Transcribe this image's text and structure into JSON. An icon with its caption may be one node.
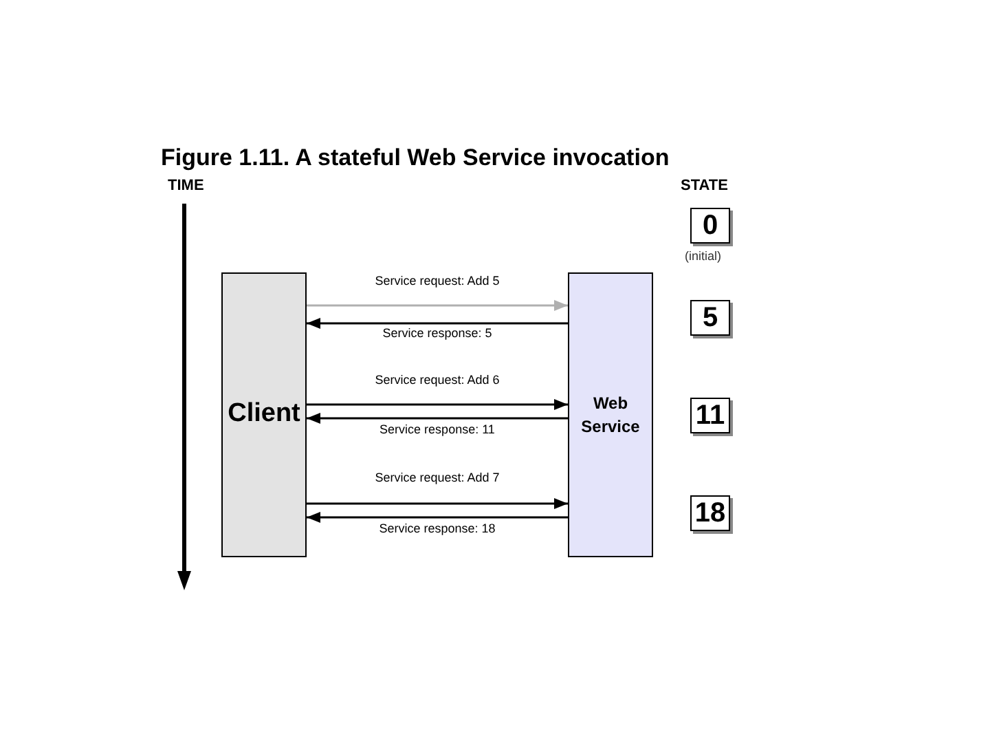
{
  "diagram": {
    "title": "Figure 1.11. A stateful Web Service invocation",
    "nodes": [
      {
        "text": [
          "Client"
        ]
      },
      {
        "text": [
          "Web Service"
        ]
      },
      {
        "text": [
          "0"
        ],
        "beside": [
          "(initial)"
        ]
      },
      {
        "text": [
          "5"
        ]
      },
      {
        "text": [
          "11"
        ]
      },
      {
        "text": [
          "18"
        ]
      }
    ],
    "edges": [
      {
        "from": 0,
        "to": 1,
        "arrow": "to",
        "label": "Service request: Add 5",
        "color": "#b0b0b0"
      },
      {
        "from": 1,
        "to": 0,
        "arrow": "to",
        "label": "Service response: 5"
      },
      {
        "from": 0,
        "to": 1,
        "arrow": "to",
        "label": "Service request: Add 6"
      },
      {
        "from": 1,
        "to": 0,
        "arrow": "to",
        "label": "Service response: 11"
      },
      {
        "from": 0,
        "to": 1,
        "arrow": "to",
        "label": "Service request: Add 7"
      },
      {
        "from": 1,
        "to": 0,
        "arrow": "to",
        "label": "Service response: 18"
      }
    ],
    "labels": [
      "TIME",
      "STATE"
    ]
  }
}
